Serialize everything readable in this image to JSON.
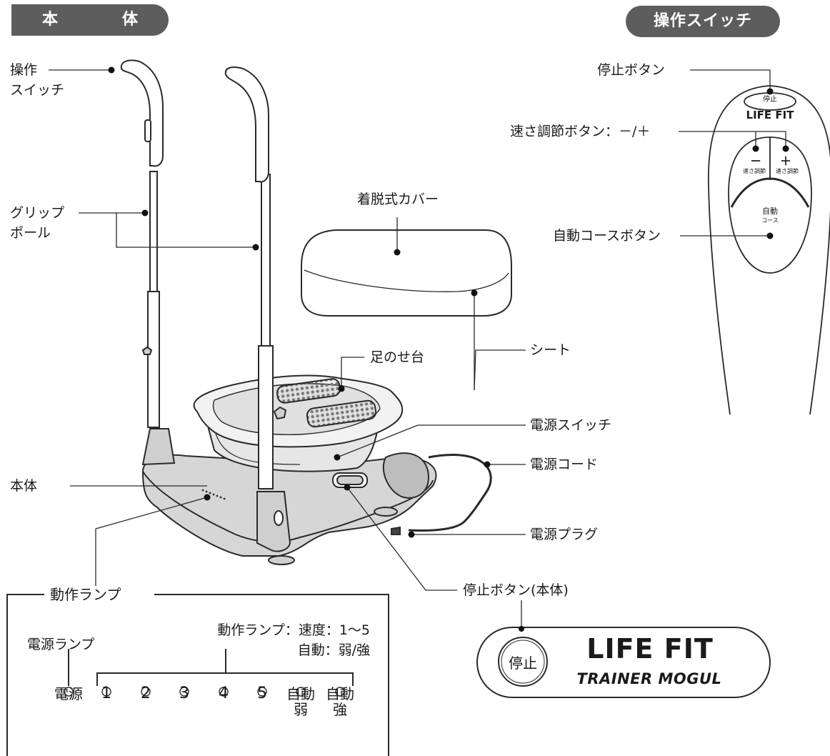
{
  "headers": {
    "main_body": "本　体",
    "control_switch": "操作スイッチ"
  },
  "labels": {
    "control_switch_line1": "操作",
    "control_switch_line2": "スイッチ",
    "grip_pole_line1": "グリップ",
    "grip_pole_line2": "ポール",
    "main_unit": "本体",
    "removable_cover": "着脱式カバー",
    "footrest": "足のせ台",
    "seat": "シート",
    "power_switch": "電源スイッチ",
    "power_cord": "電源コード",
    "power_plug": "電源プラグ",
    "stop_button_unit": "停止ボタン(本体)"
  },
  "remote": {
    "stop_label": "停止ボタン",
    "speed_label": "速さ調節ボタン：－/＋",
    "auto_label": "自動コースボタン",
    "stop_key": "停止",
    "brand": "LIFE FIT",
    "minus": "－",
    "plus": "＋",
    "speed_small_left": "速さ調節",
    "speed_small_right": "速さ調節",
    "auto_key_line1": "自動",
    "auto_key_line2": "コース"
  },
  "lamp_panel": {
    "title": "動作ランプ",
    "desc_line1": "動作ランプ：速度：1〜5",
    "desc_line2": "自動：弱/強",
    "power_lamp_label": "電源ランプ",
    "lamps": [
      {
        "line1": "電源",
        "line2": ""
      },
      {
        "line1": "1",
        "line2": ""
      },
      {
        "line1": "2",
        "line2": ""
      },
      {
        "line1": "3",
        "line2": ""
      },
      {
        "line1": "4",
        "line2": ""
      },
      {
        "line1": "5",
        "line2": ""
      },
      {
        "line1": "自動",
        "line2": "弱"
      },
      {
        "line1": "自動",
        "line2": "強"
      }
    ]
  },
  "brand_panel": {
    "stop_key": "停止",
    "brand": "LIFE FIT",
    "model": "TRAINER MOGUL"
  },
  "colors": {
    "header_bg": "#5d5d5d",
    "ink": "#1a1a1a",
    "device_gray": "#d0d0d0"
  }
}
